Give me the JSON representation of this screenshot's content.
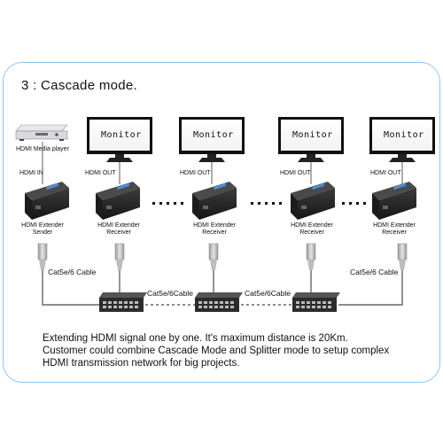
{
  "heading": "3 : Cascade mode.",
  "player_label": "HDMI Media player",
  "hdmi_in_label": "HDMI IN",
  "hdmi_out_label": "HDMI OUT",
  "monitor_text": "Monitor",
  "sender_label": [
    "HDMI Extender",
    "Sender"
  ],
  "receiver_label": [
    "HDMI Extender",
    "Receiver"
  ],
  "cable_labels": {
    "left": "Cat5e/6 Cable",
    "mid1": "Cat5e/6Cable",
    "mid2": "Cat5e/6Cable",
    "right": "Cat5e/6 Cable"
  },
  "caption_lines": [
    "Extending HDMI signal one by one. It's maximum distance is 20Km.",
    "Customer could combine Cascade Mode and Splitter mode to setup complex",
    "HDMI transmission network for big projects."
  ],
  "colors": {
    "border": "#8ec5f0",
    "device": "#2b2b2b",
    "cable": "#666666"
  }
}
